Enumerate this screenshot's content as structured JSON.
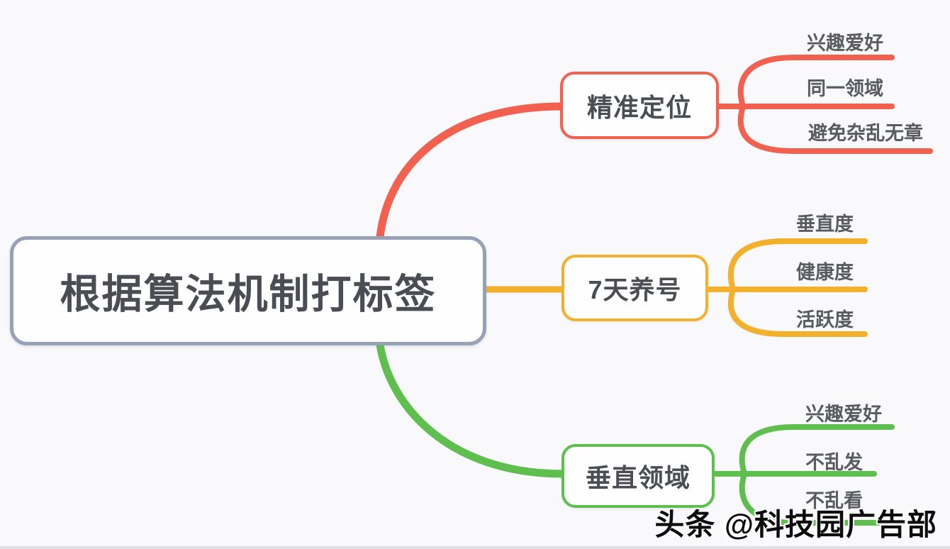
{
  "page": {
    "background": "#f9f8fa",
    "type": "mind-map"
  },
  "root": {
    "label": "根据算法机制打标签",
    "border_color": "#97a1b5",
    "text_color": "#4a4d54"
  },
  "branches": [
    {
      "label": "精准定位",
      "color": "#f2604f",
      "children": [
        "兴趣爱好",
        "同一领域",
        "避免杂乱无章"
      ]
    },
    {
      "label": "7天养号",
      "color": "#f3b02c",
      "children": [
        "垂直度",
        "健康度",
        "活跃度"
      ]
    },
    {
      "label": "垂直领域",
      "color": "#5fbf4e",
      "children": [
        "兴趣爱好",
        "不乱发",
        "不乱看"
      ]
    }
  ],
  "watermark": {
    "text": "头条 @科技园广告部"
  }
}
